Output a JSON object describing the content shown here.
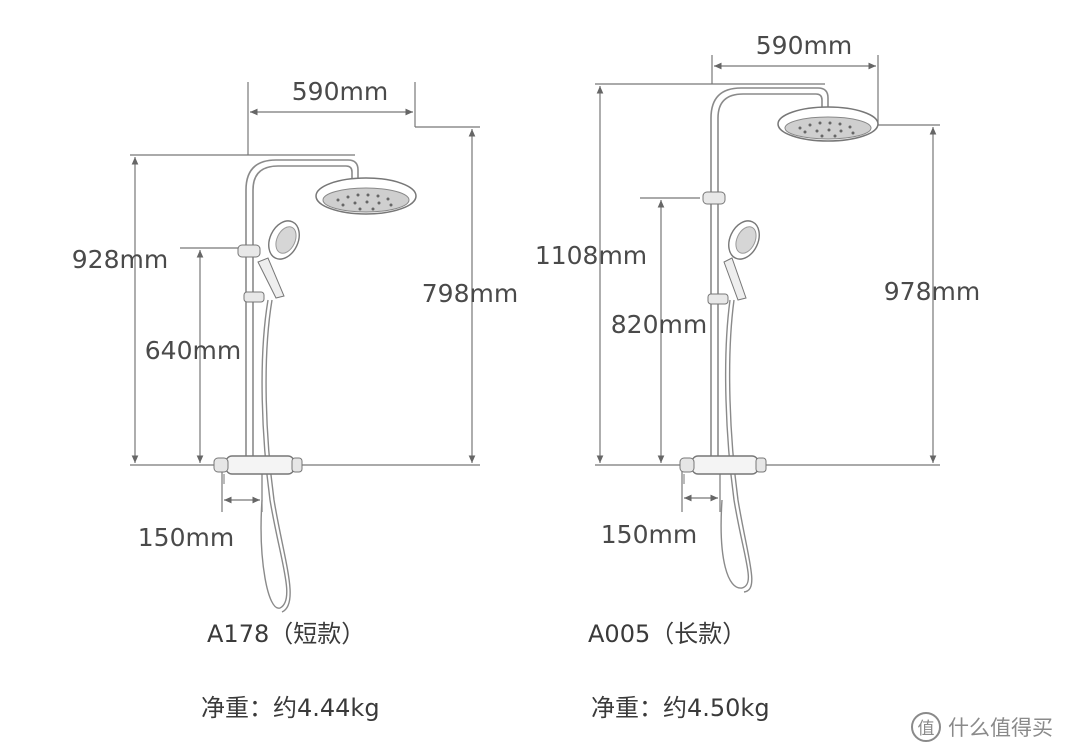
{
  "models": [
    {
      "name": "A178（短款）",
      "weight": "净重：约4.44kg",
      "dims": {
        "arm_width": "590mm",
        "total_height": "928mm",
        "head_height": "798mm",
        "slider_height": "640mm",
        "valve_spacing": "150mm"
      }
    },
    {
      "name": "A005（长款）",
      "weight": "净重：约4.50kg",
      "dims": {
        "arm_width": "590mm",
        "total_height": "1108mm",
        "head_height": "978mm",
        "slider_height": "820mm",
        "valve_spacing": "150mm"
      }
    }
  ],
  "watermark": {
    "icon": "zhi-badge-icon",
    "text": "什么值得买"
  }
}
